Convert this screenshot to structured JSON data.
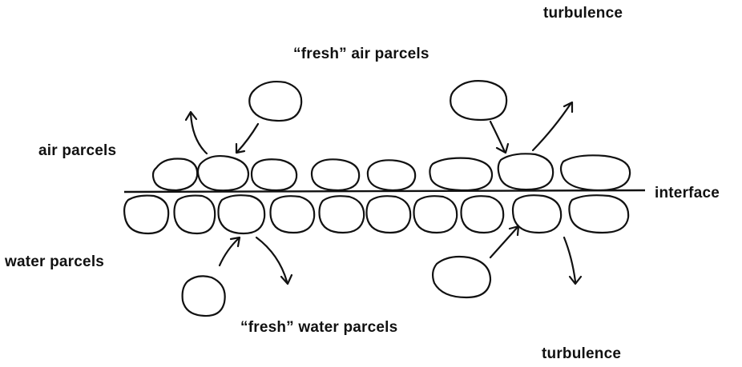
{
  "labels": {
    "turbulence_top": "turbulence",
    "fresh_air": "“fresh” air parcels",
    "air_parcels": "air parcels",
    "interface": "interface",
    "water_parcels": "water parcels",
    "fresh_water": "“fresh” water parcels",
    "turbulence_bottom": "turbulence"
  },
  "colors": {
    "ink": "#111111",
    "background": "#ffffff"
  }
}
